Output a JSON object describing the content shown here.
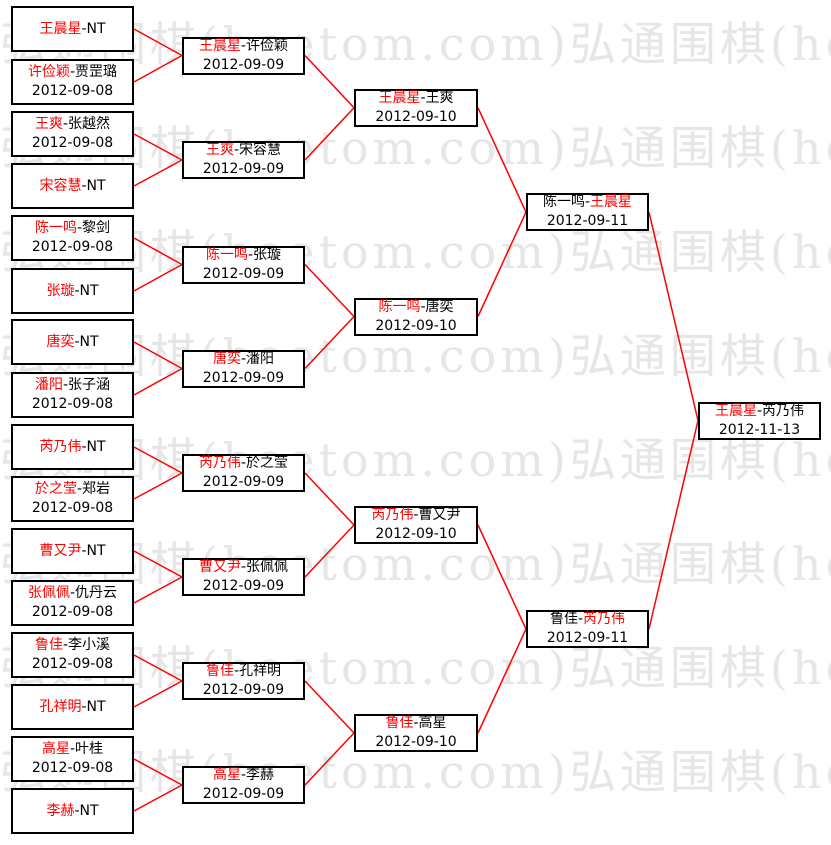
{
  "watermark": "弘通围棋(hoetom.com)弘通围棋(hoetom.com)",
  "colors": {
    "winner": "#ff0000",
    "text": "#000000",
    "line": "#ff0000",
    "border": "#000000"
  },
  "round1": [
    {
      "w": "王晨星",
      "l": "NT",
      "date": ""
    },
    {
      "w": "许俭颖",
      "l": "贾罡璐",
      "date": "2012-09-08"
    },
    {
      "w": "王爽",
      "l": "张越然",
      "date": "2012-09-08"
    },
    {
      "w": "宋容慧",
      "l": "NT",
      "date": ""
    },
    {
      "w": "陈一鸣",
      "l": "黎剑",
      "date": "2012-09-08"
    },
    {
      "w": "张璇",
      "l": "NT",
      "date": ""
    },
    {
      "w": "唐奕",
      "l": "NT",
      "date": ""
    },
    {
      "w": "潘阳",
      "l": "张子涵",
      "date": "2012-09-08"
    },
    {
      "w": "芮乃伟",
      "l": "NT",
      "date": ""
    },
    {
      "w": "於之莹",
      "l": "郑岩",
      "date": "2012-09-08"
    },
    {
      "w": "曹又尹",
      "l": "NT",
      "date": ""
    },
    {
      "w": "张佩佩",
      "l": "仇丹云",
      "date": "2012-09-08"
    },
    {
      "w": "鲁佳",
      "l": "李小溪",
      "date": "2012-09-08"
    },
    {
      "w": "孔祥明",
      "l": "NT",
      "date": ""
    },
    {
      "w": "高星",
      "l": "叶桂",
      "date": "2012-09-08"
    },
    {
      "w": "李赫",
      "l": "NT",
      "date": ""
    }
  ],
  "round2": [
    {
      "a": "王晨星",
      "b": "许俭颖",
      "win": "a",
      "date": "2012-09-09"
    },
    {
      "a": "王爽",
      "b": "宋容慧",
      "win": "a",
      "date": "2012-09-09"
    },
    {
      "a": "陈一鸣",
      "b": "张璇",
      "win": "a",
      "date": "2012-09-09"
    },
    {
      "a": "唐奕",
      "b": "潘阳",
      "win": "a",
      "date": "2012-09-09"
    },
    {
      "a": "芮乃伟",
      "b": "於之莹",
      "win": "a",
      "date": "2012-09-09"
    },
    {
      "a": "曹又尹",
      "b": "张佩佩",
      "win": "a",
      "date": "2012-09-09"
    },
    {
      "a": "鲁佳",
      "b": "孔祥明",
      "win": "a",
      "date": "2012-09-09"
    },
    {
      "a": "高星",
      "b": "李赫",
      "win": "a",
      "date": "2012-09-09"
    }
  ],
  "round3": [
    {
      "a": "王晨星",
      "b": "王爽",
      "win": "a",
      "date": "2012-09-10"
    },
    {
      "a": "陈一鸣",
      "b": "唐奕",
      "win": "a",
      "date": "2012-09-10"
    },
    {
      "a": "芮乃伟",
      "b": "曹又尹",
      "win": "a",
      "date": "2012-09-10"
    },
    {
      "a": "鲁佳",
      "b": "高星",
      "win": "a",
      "date": "2012-09-10"
    }
  ],
  "round4": [
    {
      "a": "陈一鸣",
      "b": "王晨星",
      "win": "b",
      "date": "2012-09-11"
    },
    {
      "a": "鲁佳",
      "b": "芮乃伟",
      "win": "b",
      "date": "2012-09-11"
    }
  ],
  "final": {
    "a": "王晨星",
    "b": "芮乃伟",
    "win": "a",
    "date": "2012-11-13"
  }
}
